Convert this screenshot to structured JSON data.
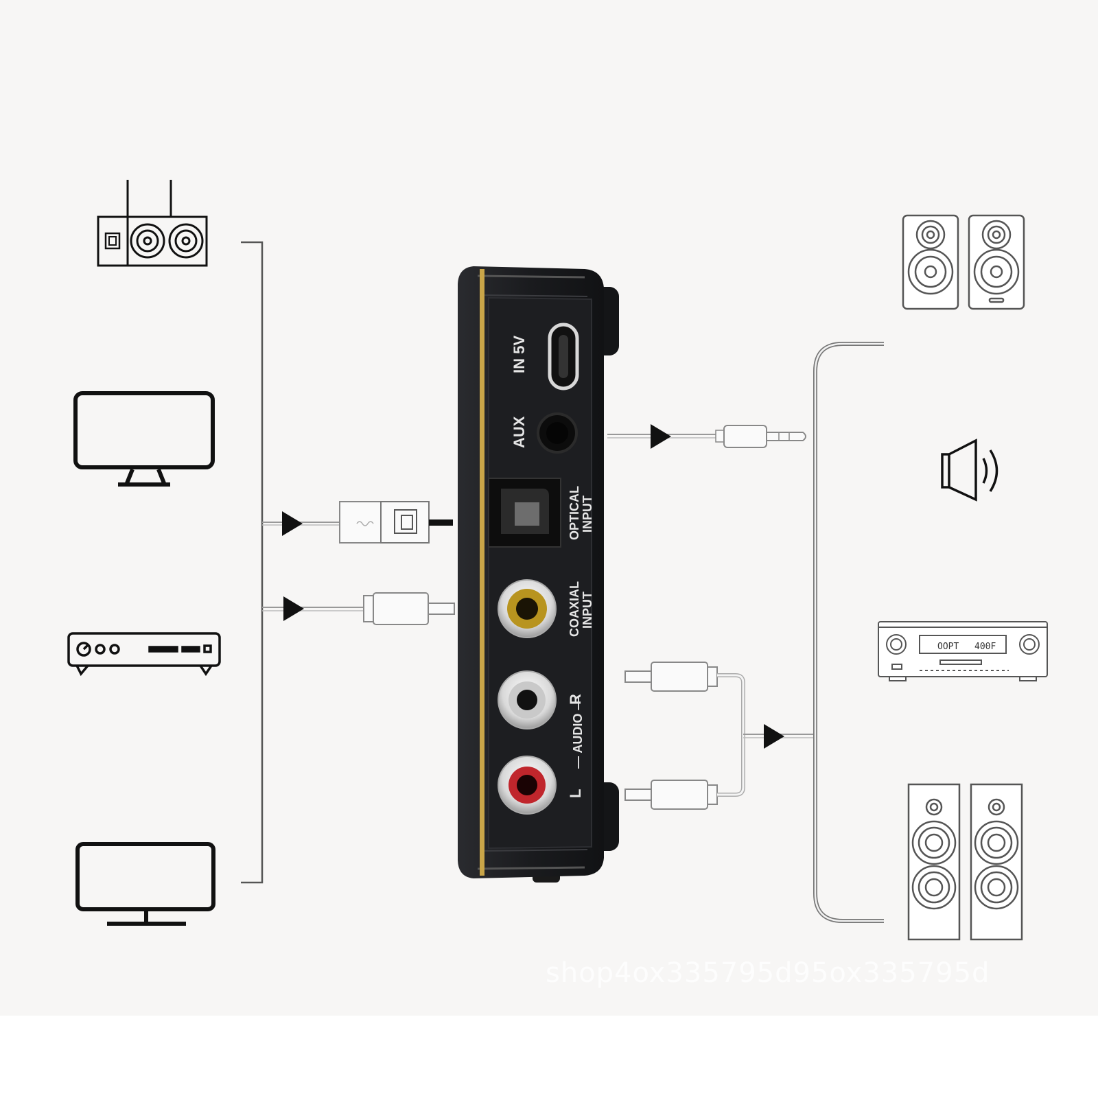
{
  "device": {
    "ports": {
      "power": "IN 5V",
      "aux": "AUX",
      "optical": [
        "OPTICAL",
        "INPUT"
      ],
      "coaxial": [
        "COAXIAL",
        "INPUT"
      ],
      "audio_r": "R",
      "audio_word": "— AUDIO —",
      "audio_l": "L"
    }
  },
  "receiver_display": {
    "left": "OOPT",
    "right": "400F"
  },
  "watermark": "shop4ox335795d95ox335795d",
  "icons": {
    "inputs": [
      "router-icon",
      "tv-icon",
      "dvd-player-icon",
      "monitor-icon"
    ],
    "outputs": [
      "bookshelf-speakers-icon",
      "speaker-volume-icon",
      "av-receiver-icon",
      "floor-speakers-icon"
    ]
  },
  "colors": {
    "device_body": "#1c1d20",
    "gold_trim": "#c9a548",
    "coax_ring": "#b8941f",
    "audio_l_ring": "#c0262c",
    "line": "#444444"
  }
}
